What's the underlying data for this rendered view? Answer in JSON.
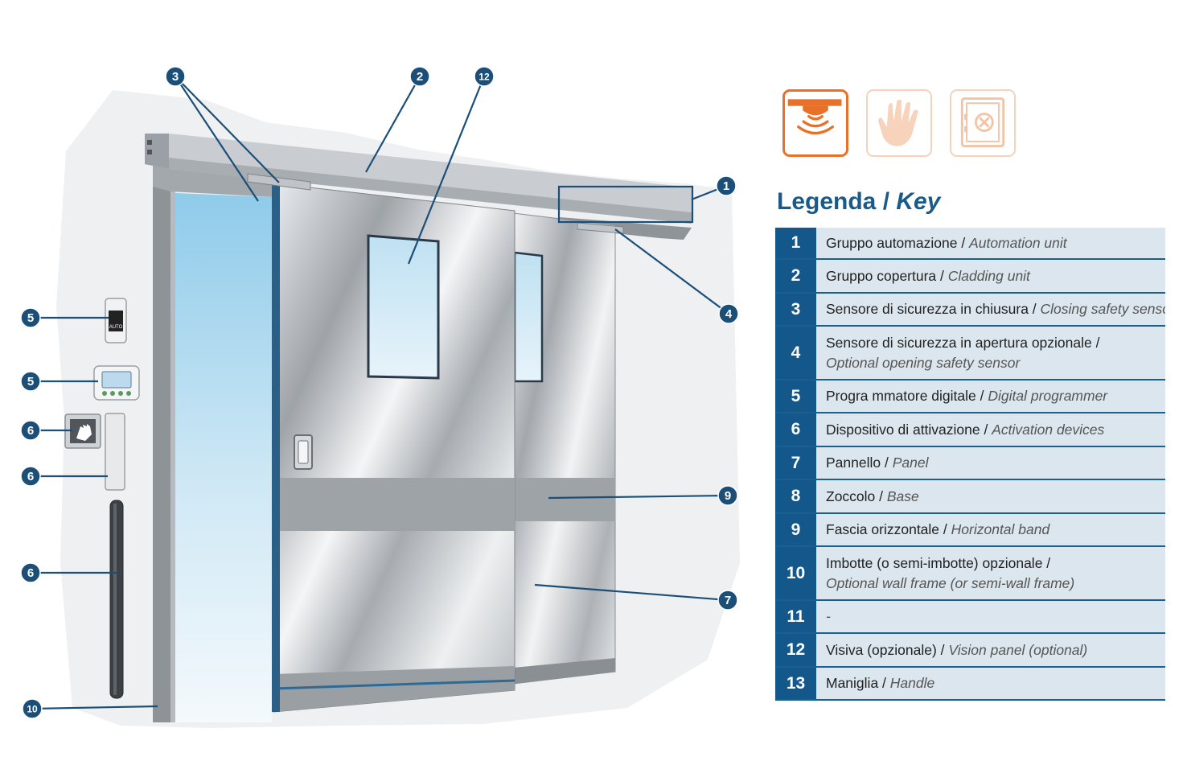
{
  "legend": {
    "title_it": "Legenda",
    "title_sep": " / ",
    "title_en": "Key",
    "items": [
      {
        "num": "1",
        "line1_it": "Gruppo automazione",
        "line1_sep": " / ",
        "line1_en": "Automation unit",
        "line2": ""
      },
      {
        "num": "2",
        "line1_it": "Gruppo copertura",
        "line1_sep": " / ",
        "line1_en": "Cladding unit",
        "line2": ""
      },
      {
        "num": "3",
        "line1_it": "Sensore di sicurezza in chiusura",
        "line1_sep": " / ",
        "line1_en": "Closing safety sensor",
        "line2": ""
      },
      {
        "num": "4",
        "line1_it": "Sensore di sicurezza in apertura opzionale",
        "line1_sep": " /",
        "line1_en": "",
        "line2": "Optional opening safety sensor"
      },
      {
        "num": "5",
        "line1_it": "Progra mmatore digitale",
        "line1_sep": " / ",
        "line1_en": "Digital programmer",
        "line2": ""
      },
      {
        "num": "6",
        "line1_it": "Dispositivo di attivazione",
        "line1_sep": " / ",
        "line1_en": "Activation devices",
        "line2": ""
      },
      {
        "num": "7",
        "line1_it": "Pannello",
        "line1_sep": " / ",
        "line1_en": "Panel",
        "line2": ""
      },
      {
        "num": "8",
        "line1_it": "Zoccolo",
        "line1_sep": " / ",
        "line1_en": "Base",
        "line2": ""
      },
      {
        "num": "9",
        "line1_it": "Fascia orizzontale",
        "line1_sep": " / ",
        "line1_en": "Horizontal band",
        "line2": ""
      },
      {
        "num": "10",
        "line1_it": "Imbotte (o semi-imbotte) opzionale",
        "line1_sep": " /",
        "line1_en": "",
        "line2": "Optional wall frame (or semi-wall frame)"
      },
      {
        "num": "11",
        "line1_it": "",
        "line1_sep": "",
        "line1_en": "-",
        "line2": ""
      },
      {
        "num": "12",
        "line1_it": "Visiva (opzionale)",
        "line1_sep": " / ",
        "line1_en": "Vision panel (optional)",
        "line2": ""
      },
      {
        "num": "13",
        "line1_it": "Maniglia",
        "line1_sep": " / ",
        "line1_en": "Handle",
        "line2": ""
      }
    ]
  },
  "callouts": [
    "3",
    "2",
    "12",
    "1",
    "4",
    "5",
    "5",
    "6",
    "6",
    "6",
    "9",
    "7",
    "10"
  ],
  "devices": {
    "programmer_label": "AUTO"
  },
  "colors": {
    "accent_orange": "#e8712a",
    "accent_orange_light": "#f6d2bb",
    "brand_blue": "#14578a",
    "legend_row_bg": "#dbe6ee",
    "callout_fill": "#1b4f78"
  },
  "icons": [
    "radar-sensor-icon",
    "hand-touch-icon",
    "safe-lock-icon"
  ]
}
